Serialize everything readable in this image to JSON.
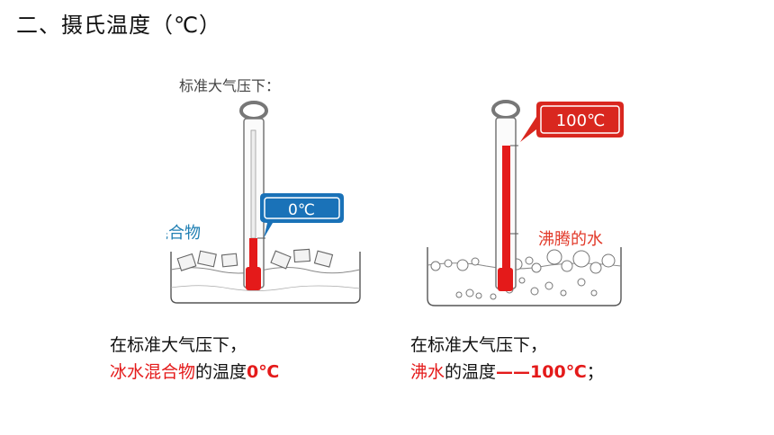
{
  "title": "二、摄氏温度（℃）",
  "left_figure": {
    "header": "标准大气压下：",
    "temp_label": "0℃",
    "mixture_label": "冰水混合物"
  },
  "right_figure": {
    "temp_label": "100℃",
    "water_label": "沸腾的水"
  },
  "left_caption": {
    "line1": "在标准大气压下，",
    "highlight": "冰水混合物",
    "middle": "的温度",
    "value": "0℃"
  },
  "right_caption": {
    "line1": "在标准大气压下，",
    "highlight": "沸水",
    "middle": "的温度",
    "value": "——100℃",
    "tail": "；"
  },
  "colors": {
    "mercury": "#e41a1a",
    "callout_blue": "#1a72b8",
    "callout_red": "#d9271f",
    "label_blue": "#1f7fb3",
    "label_red": "#e23a2a"
  }
}
